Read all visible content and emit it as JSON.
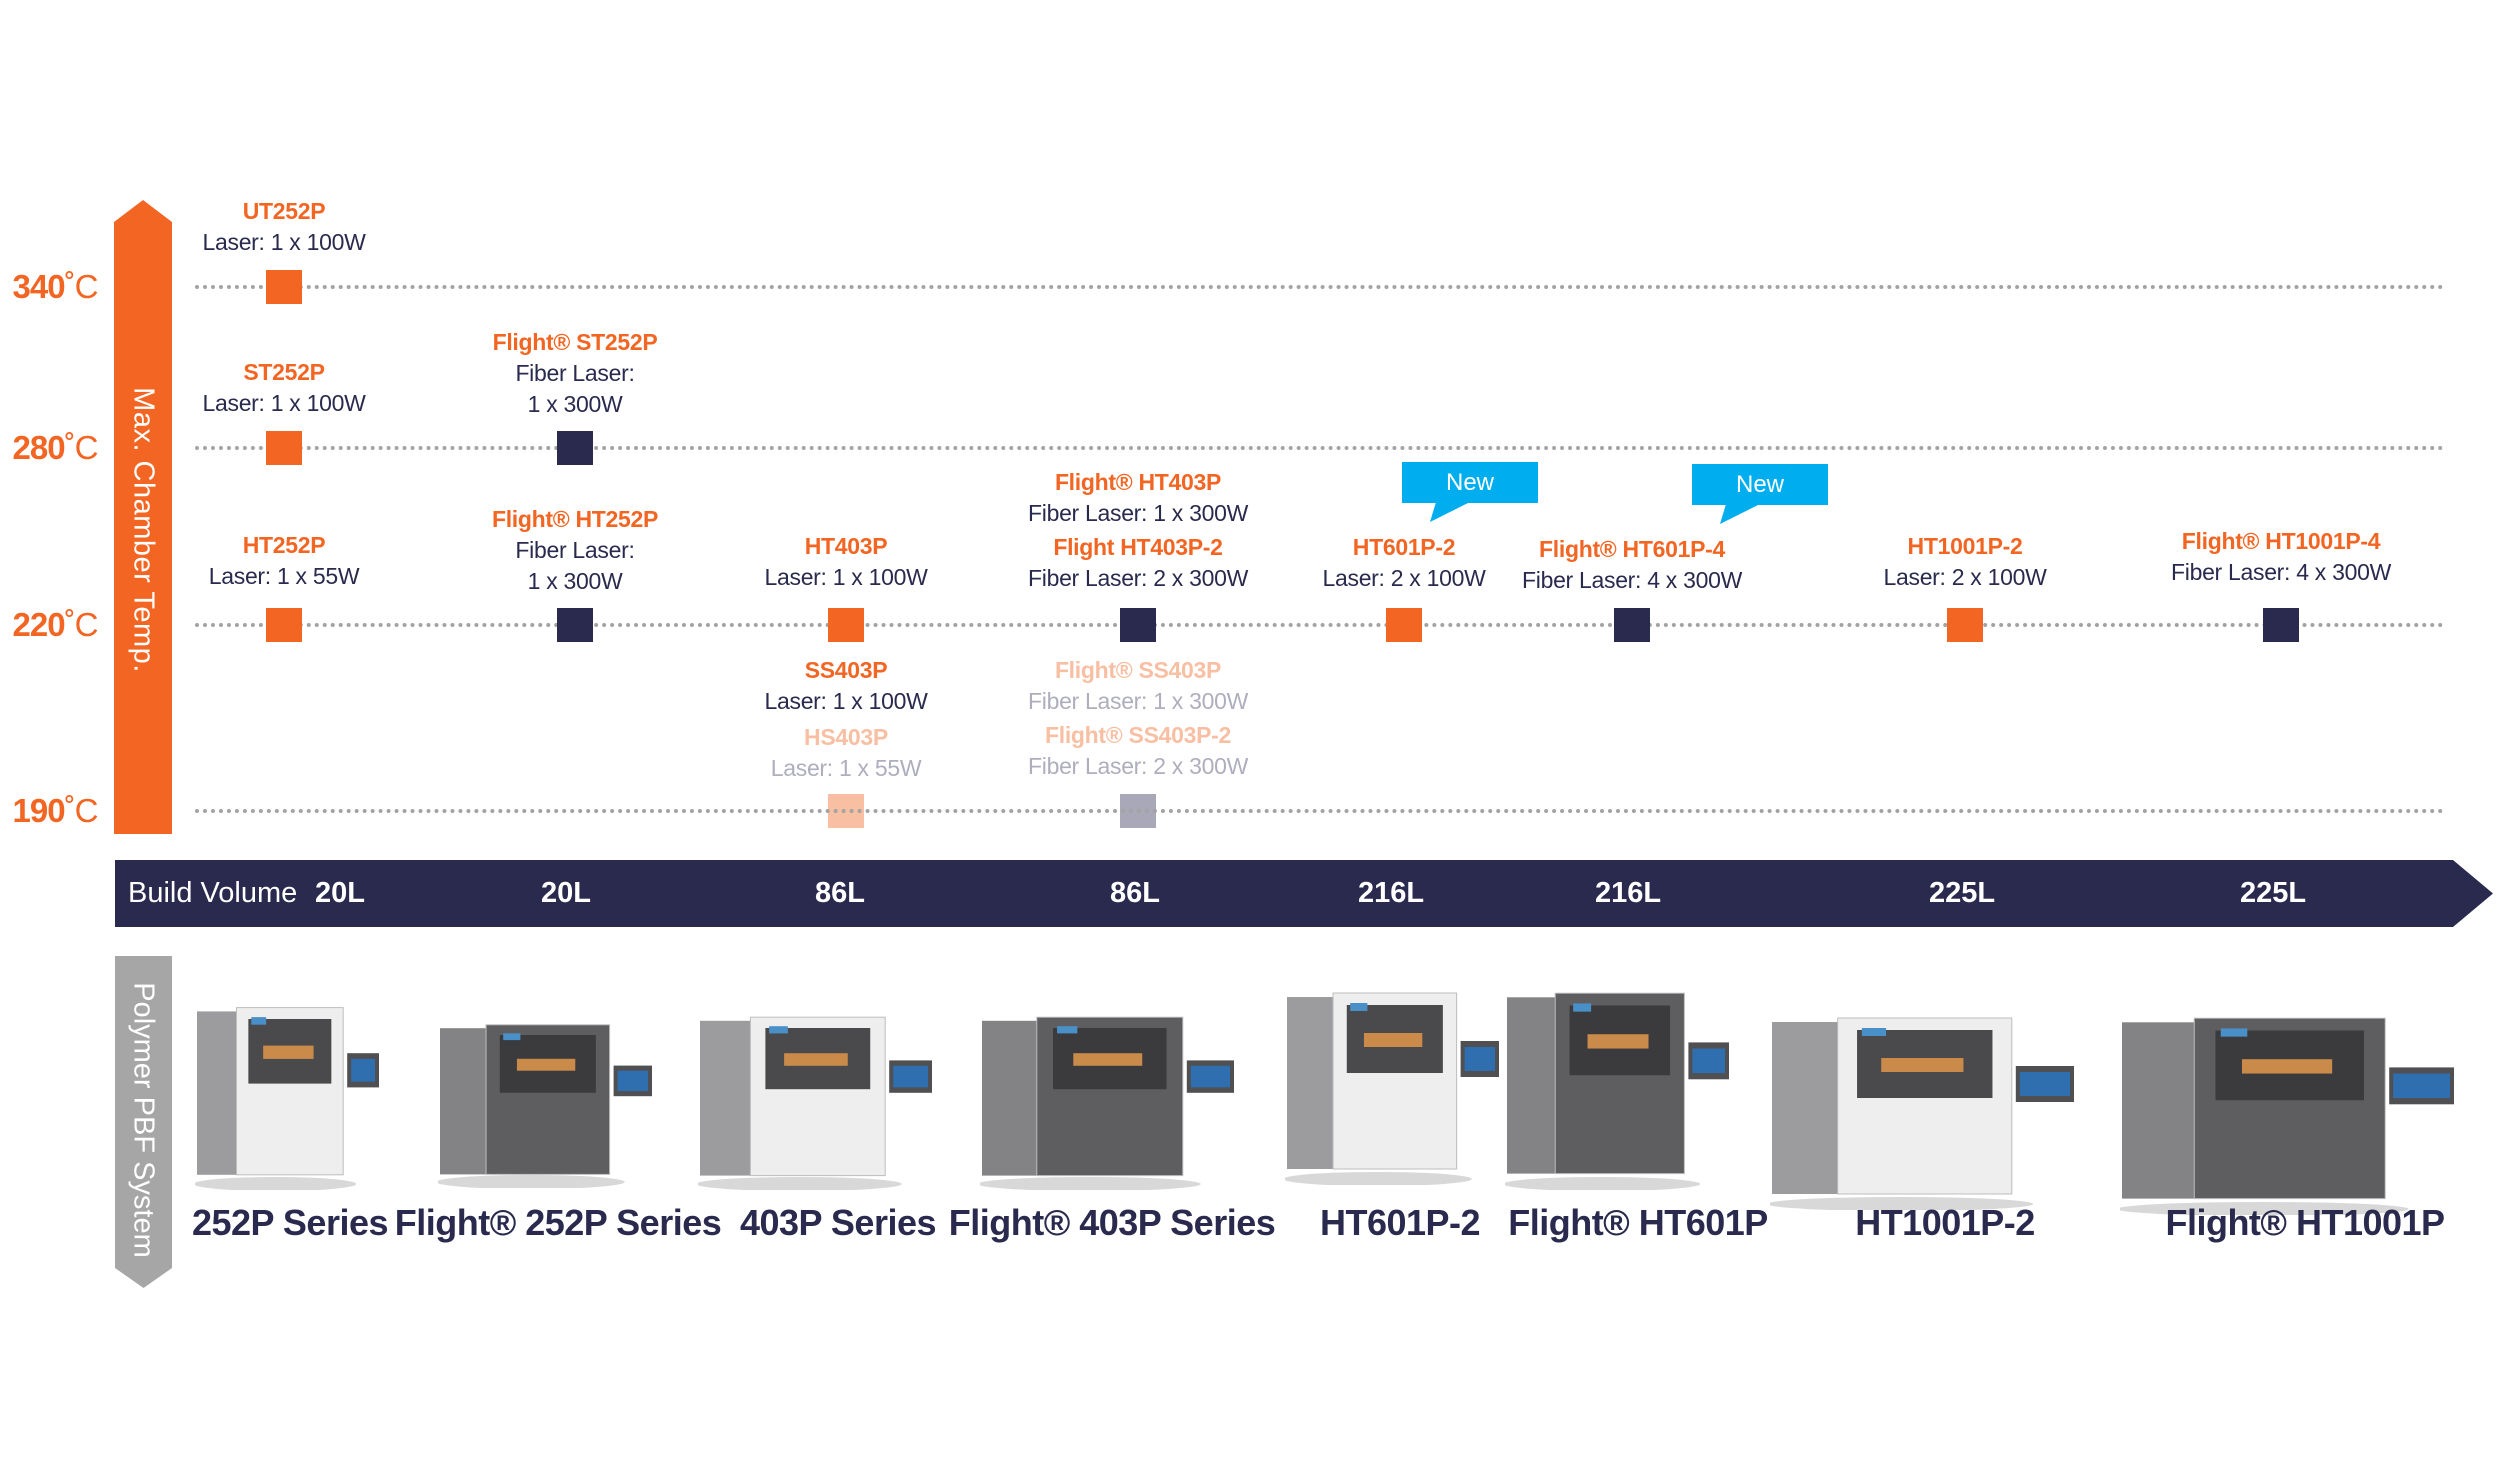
{
  "colors": {
    "orange": "#f26522",
    "navy": "#2a2a4e",
    "faded_orange": "#f8bfa3",
    "faded_navy": "#a9a8b8",
    "gray_axis": "#a6a6a6",
    "badge_blue": "#00aeef",
    "grid_dots": "#a3a3a3"
  },
  "temperature_axis": {
    "title": "Max. Chamber Temp.",
    "levels": [
      {
        "value": 340,
        "label": "340",
        "unit": "˚C"
      },
      {
        "value": 280,
        "label": "280",
        "unit": "˚C"
      },
      {
        "value": 220,
        "label": "220",
        "unit": "˚C"
      },
      {
        "value": 190,
        "label": "190",
        "unit": "˚C"
      }
    ]
  },
  "build_volume": {
    "title": "Build Volume",
    "values": [
      "20L",
      "20L",
      "86L",
      "86L",
      "216L",
      "216L",
      "225L",
      "225L"
    ]
  },
  "system_axis": {
    "title": "Polymer PBF System"
  },
  "columns": [
    {
      "series": "252P Series",
      "machine_style": "white",
      "products": [
        {
          "name": "UT252P",
          "spec": [
            "Laser: 1 x 100W"
          ],
          "temp": 340,
          "marker": "orange",
          "faded": false
        },
        {
          "name": "ST252P",
          "spec": [
            "Laser: 1 x 100W"
          ],
          "temp": 280,
          "marker": "orange",
          "faded": false
        },
        {
          "name": "HT252P",
          "spec": [
            "Laser: 1 x 55W"
          ],
          "temp": 220,
          "marker": "orange",
          "faded": false
        }
      ]
    },
    {
      "series": "Flight® 252P Series",
      "machine_style": "dark",
      "products": [
        {
          "name": "Flight® ST252P",
          "spec": [
            "Fiber Laser:",
            "1 x 300W"
          ],
          "temp": 280,
          "marker": "navy",
          "faded": false
        },
        {
          "name": "Flight® HT252P",
          "spec": [
            "Fiber Laser:",
            "1 x 300W"
          ],
          "temp": 220,
          "marker": "navy",
          "faded": false
        }
      ]
    },
    {
      "series": "403P Series",
      "machine_style": "white",
      "products": [
        {
          "name": "HT403P",
          "spec": [
            "Laser: 1 x 100W"
          ],
          "temp": 220,
          "marker": "orange",
          "faded": false
        },
        {
          "name": "SS403P",
          "spec": [
            "Laser: 1 x 100W"
          ],
          "temp": 190,
          "marker": null,
          "faded": false,
          "below": true
        },
        {
          "name": "HS403P",
          "spec": [
            "Laser: 1 x 55W"
          ],
          "temp": 190,
          "marker": "faded_orange",
          "faded": true,
          "below": true
        }
      ]
    },
    {
      "series": "Flight® 403P Series",
      "machine_style": "dark",
      "products": [
        {
          "name": "Flight® HT403P",
          "spec": [
            "Fiber Laser: 1 x 300W"
          ],
          "temp": 220,
          "marker": null,
          "faded": false
        },
        {
          "name": "Flight HT403P-2",
          "spec": [
            "Fiber Laser: 2 x 300W"
          ],
          "temp": 220,
          "marker": "navy",
          "faded": false
        },
        {
          "name": "Flight® SS403P",
          "spec": [
            "Fiber Laser: 1 x 300W"
          ],
          "temp": 190,
          "marker": null,
          "faded": true,
          "below": true
        },
        {
          "name": "Flight® SS403P-2",
          "spec": [
            "Fiber Laser: 2 x 300W"
          ],
          "temp": 190,
          "marker": "faded_navy",
          "faded": true,
          "below": true
        }
      ]
    },
    {
      "series": "HT601P-2",
      "machine_style": "white",
      "badge": "New",
      "products": [
        {
          "name": "HT601P-2",
          "spec": [
            "Laser: 2 x 100W"
          ],
          "temp": 220,
          "marker": "orange",
          "faded": false
        }
      ]
    },
    {
      "series": "Flight® HT601P",
      "machine_style": "dark",
      "badge": "New",
      "products": [
        {
          "name": "Flight® HT601P-4",
          "spec": [
            "Fiber Laser: 4 x 300W"
          ],
          "temp": 220,
          "marker": "navy",
          "faded": false
        }
      ]
    },
    {
      "series": "HT1001P-2",
      "machine_style": "white",
      "products": [
        {
          "name": "HT1001P-2",
          "spec": [
            "Laser: 2 x 100W"
          ],
          "temp": 220,
          "marker": "orange",
          "faded": false
        }
      ]
    },
    {
      "series": "Flight® HT1001P",
      "machine_style": "dark",
      "products": [
        {
          "name": "Flight® HT1001P-4",
          "spec": [
            "Fiber Laser: 4 x 300W"
          ],
          "temp": 220,
          "marker": "navy",
          "faded": false
        }
      ]
    }
  ]
}
